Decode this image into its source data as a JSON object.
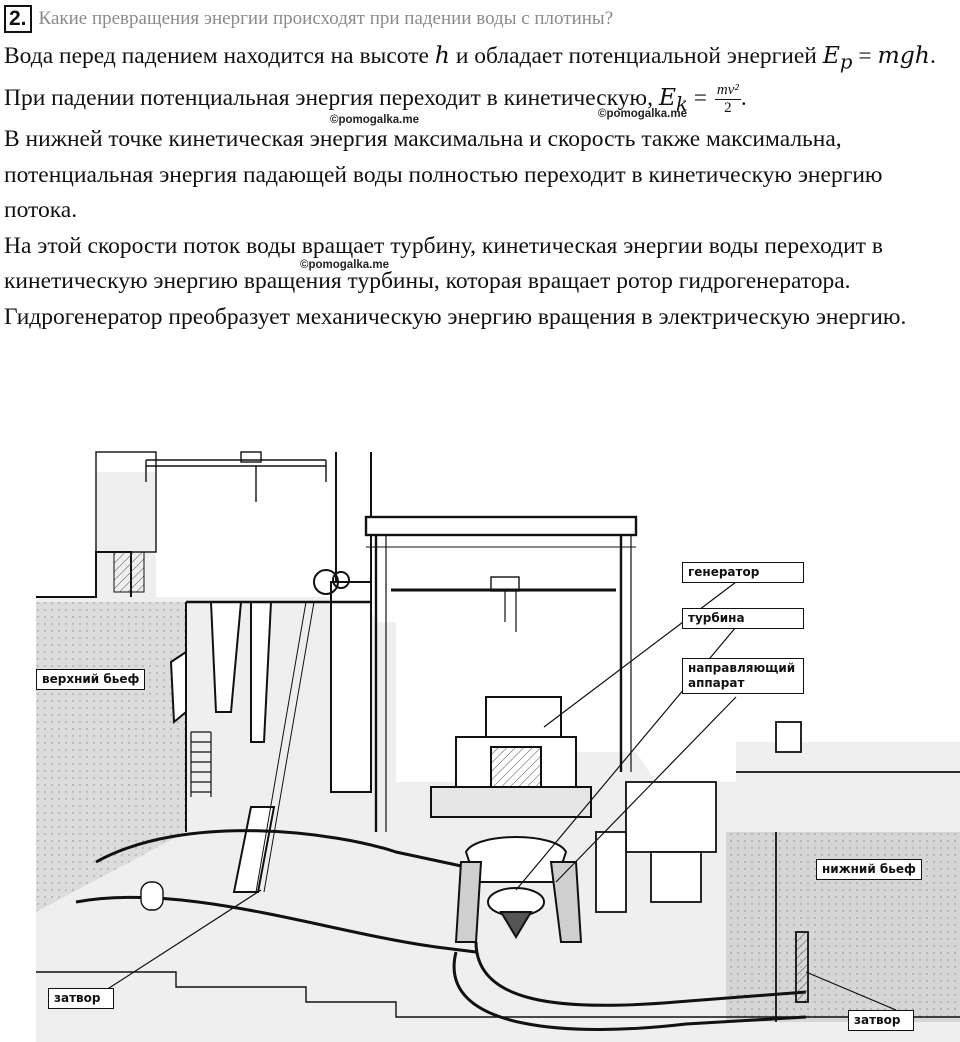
{
  "question": {
    "number": "2.",
    "text": "Какие превращения энергии происходят при падении воды с плотины?"
  },
  "answer": {
    "p1_a": "Вода перед падением находится на высоте ",
    "p1_h": "h",
    "p1_b": " и обладает потенциальной энергией ",
    "p1_ep": "E",
    "p1_ep_sub": "p",
    "p1_eq": " = ",
    "p1_mgh": "mgh",
    "p1_end": ".",
    "p2_a": "При падении потенциальная энергия переходит в кинетическую, ",
    "p2_ek": "E",
    "p2_ek_sub": "k",
    "p2_eq": " = ",
    "p2_num": "mv²",
    "p2_den": "2",
    "p2_end": ".",
    "p3": "В нижней точке кинетическая энергия максимальна и скорость также максимальна, потенциальная энергия падающей воды полностью переходит в кинетическую энергию потока.",
    "p4": "На этой скорости поток воды  вращает турбину, кинетическая энергии воды переходит в кинетическую энергию вращения турбины, которая вращает ротор гидрогенератора.",
    "p5": "Гидрогенератор преобразует механическую энергию вращения в электрическую энергию."
  },
  "watermark": "©pomogalka.me",
  "diagram": {
    "labels": {
      "generator": "генератор",
      "turbine": "турбина",
      "guide_1": "направляющий",
      "guide_2": "аппарат",
      "upper_pool": "верхний бьеф",
      "lower_pool": "нижний бьеф",
      "gate_left": "затвор",
      "gate_right": "затвор"
    },
    "colors": {
      "line": "#111111",
      "water": "#d8d8d8",
      "concrete": "#eeeeee"
    }
  }
}
